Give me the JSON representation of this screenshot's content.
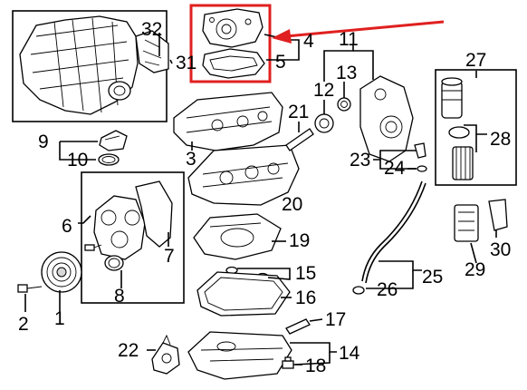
{
  "callouts": {
    "c1": "1",
    "c2": "2",
    "c3": "3",
    "c4": "4",
    "c5": "5",
    "c6": "6",
    "c7": "7",
    "c8": "8",
    "c9": "9",
    "c10": "10",
    "c11": "11",
    "c12": "12",
    "c13": "13",
    "c14": "14",
    "c15": "15",
    "c16": "16",
    "c17": "17",
    "c18": "18",
    "c19": "19",
    "c20": "20",
    "c21": "21",
    "c22": "22",
    "c23": "23",
    "c24": "24",
    "c25": "25",
    "c26": "26",
    "c27": "27",
    "c28": "28",
    "c29": "29",
    "c30": "30",
    "c31": "31",
    "c32": "32"
  },
  "colors": {
    "highlight": "#e02020",
    "ink": "#000000",
    "background": "#ffffff"
  }
}
